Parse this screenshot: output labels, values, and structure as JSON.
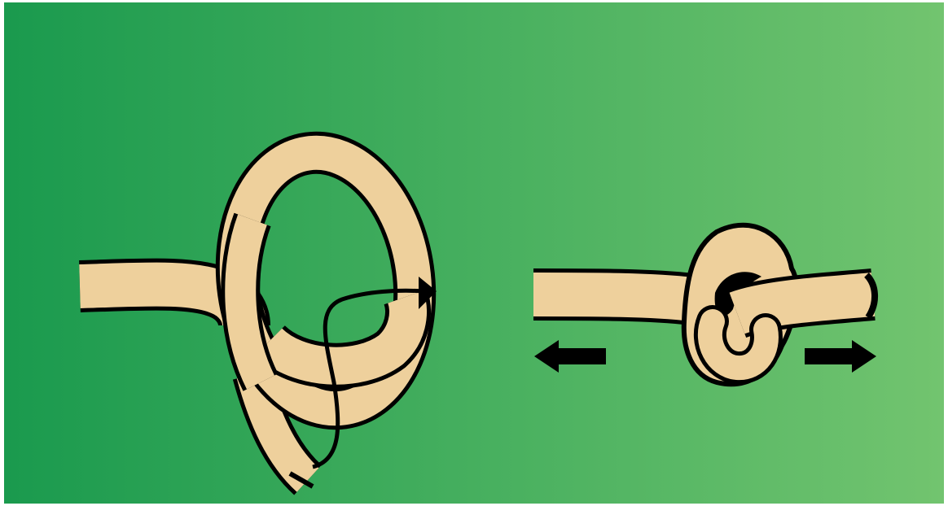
{
  "diagram": {
    "colors": {
      "background_left": "#1a9a4e",
      "background_right": "#72c46f",
      "frame": "#ffffff",
      "rope": "#eed09c",
      "outline": "#000000"
    },
    "steps": [
      {
        "name": "step-1-loop",
        "icon": "rope-loop-with-threading-arrow",
        "arrow_direction": "right"
      },
      {
        "name": "step-2-tightened-knot",
        "icon": "overhand-knot",
        "pull_arrows": [
          "left",
          "right"
        ]
      }
    ]
  }
}
